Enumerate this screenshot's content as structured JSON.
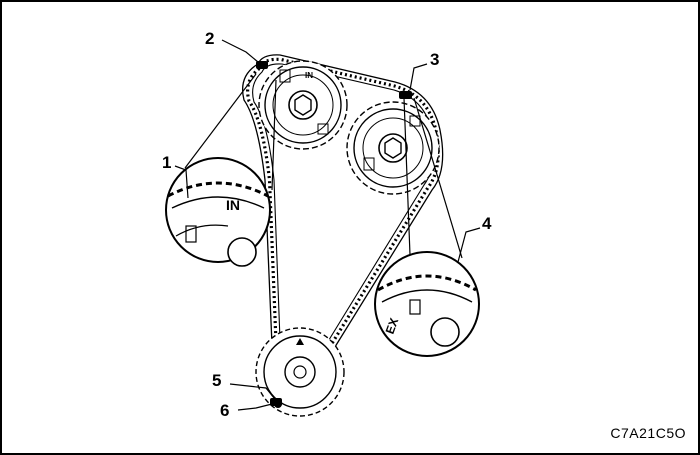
{
  "figure": {
    "code": "C7A21C5O"
  },
  "callouts": [
    {
      "id": 1,
      "label": "1"
    },
    {
      "id": 2,
      "label": "2"
    },
    {
      "id": 3,
      "label": "3"
    },
    {
      "id": 4,
      "label": "4"
    },
    {
      "id": 5,
      "label": "5"
    },
    {
      "id": 6,
      "label": "6"
    }
  ],
  "sprocket_marks": {
    "intake": "IN",
    "exhaust": "EX"
  },
  "colors": {
    "line": "#000000",
    "background": "#ffffff",
    "fill_gray": "#d9d9d9"
  }
}
